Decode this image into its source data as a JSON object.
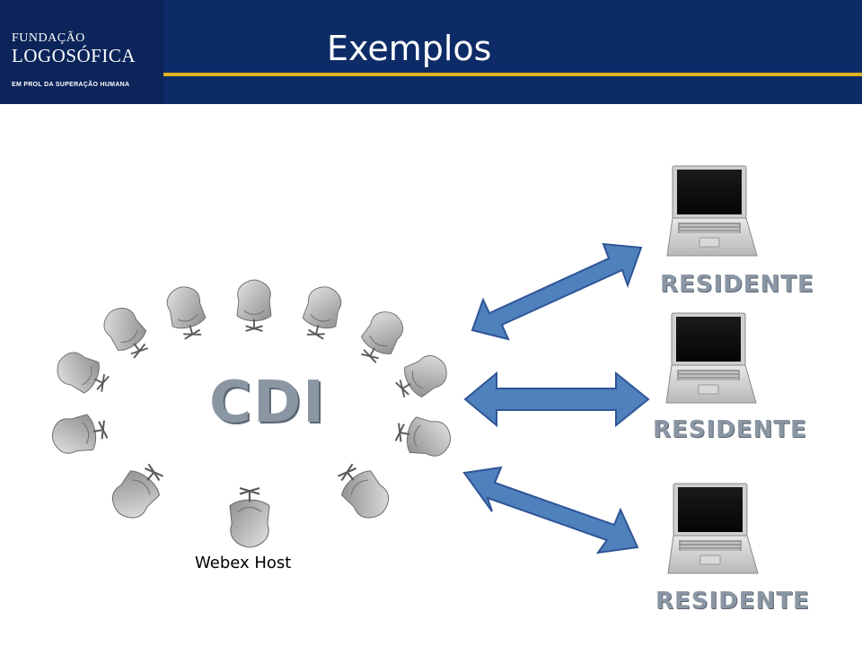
{
  "header": {
    "logo_line1": "FUNDAÇÃO",
    "logo_line2": "LOGOSÓFICA",
    "logo_tagline": "EM PROL DA SUPERAÇÃO HUMANA",
    "title": "Exemplos"
  },
  "diagram": {
    "center_label": "CDI",
    "host_label": "Webex Host",
    "residents": [
      {
        "label": "RESIDENTE"
      },
      {
        "label": "RESIDENTE"
      },
      {
        "label": "RESIDENTE"
      }
    ]
  },
  "colors": {
    "header_bg": "#0d2b66",
    "accent_gold": "#e0b21b",
    "arrow_fill": "#4f81bd",
    "arrow_stroke": "#2f5597",
    "label_gray": "#8b96a4"
  }
}
